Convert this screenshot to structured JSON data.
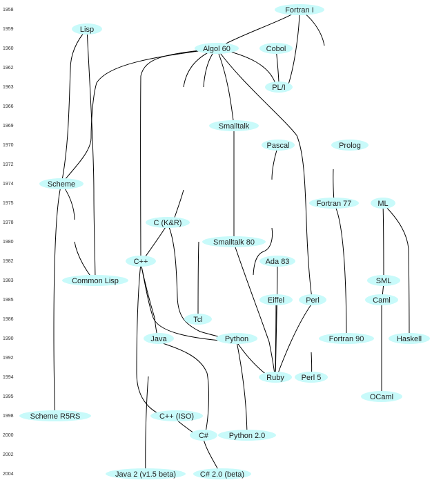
{
  "colors": {
    "node_fill": "#c8fafa",
    "edge": "#000000",
    "text": "#222222"
  },
  "years": [
    "1958",
    "1959",
    "1960",
    "1962",
    "1963",
    "1966",
    "1969",
    "1970",
    "1972",
    "1974",
    "1975",
    "1978",
    "1980",
    "1982",
    "1983",
    "1985",
    "1986",
    "1990",
    "1992",
    "1994",
    "1995",
    "1998",
    "2000",
    "2002",
    "2004"
  ],
  "languages": [
    {
      "id": "fortran1",
      "label": "Fortran I"
    },
    {
      "id": "lisp",
      "label": "Lisp"
    },
    {
      "id": "algol60",
      "label": "Algol 60"
    },
    {
      "id": "cobol",
      "label": "Cobol"
    },
    {
      "id": "pl1",
      "label": "PL/I"
    },
    {
      "id": "smalltalk",
      "label": "Smalltalk"
    },
    {
      "id": "pascal",
      "label": "Pascal"
    },
    {
      "id": "prolog",
      "label": "Prolog"
    },
    {
      "id": "scheme",
      "label": "Scheme"
    },
    {
      "id": "fortran77",
      "label": "Fortran 77"
    },
    {
      "id": "ml",
      "label": "ML"
    },
    {
      "id": "ckr",
      "label": "C (K&R)"
    },
    {
      "id": "smalltalk80",
      "label": "Smalltalk 80"
    },
    {
      "id": "cpp",
      "label": "C++"
    },
    {
      "id": "ada83",
      "label": "Ada 83"
    },
    {
      "id": "commonlisp",
      "label": "Common Lisp"
    },
    {
      "id": "sml",
      "label": "SML"
    },
    {
      "id": "eiffel",
      "label": "Eiffel"
    },
    {
      "id": "perl",
      "label": "Perl"
    },
    {
      "id": "caml",
      "label": "Caml"
    },
    {
      "id": "tcl",
      "label": "Tcl"
    },
    {
      "id": "java",
      "label": "Java"
    },
    {
      "id": "python",
      "label": "Python"
    },
    {
      "id": "fortran90",
      "label": "Fortran 90"
    },
    {
      "id": "haskell",
      "label": "Haskell"
    },
    {
      "id": "ruby",
      "label": "Ruby"
    },
    {
      "id": "perl5",
      "label": "Perl 5"
    },
    {
      "id": "ocaml",
      "label": "OCaml"
    },
    {
      "id": "schemer5rs",
      "label": "Scheme R5RS"
    },
    {
      "id": "cppiso",
      "label": "C++ (ISO)"
    },
    {
      "id": "csharp",
      "label": "C#"
    },
    {
      "id": "python20",
      "label": "Python 2.0"
    },
    {
      "id": "java2",
      "label": "Java 2 (v1.5 beta)"
    },
    {
      "id": "csharp20",
      "label": "C# 2.0 (beta)"
    }
  ]
}
